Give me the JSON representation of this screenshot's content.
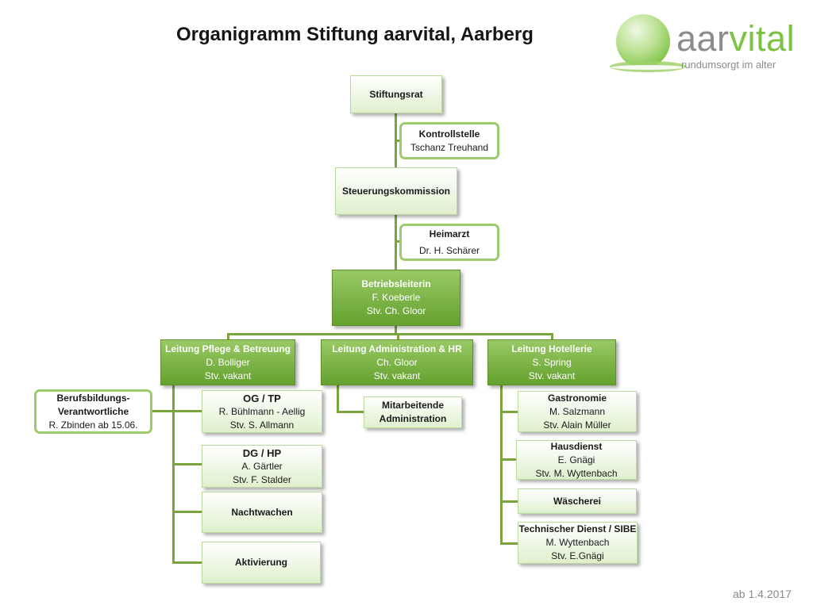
{
  "title": "Organigramm Stiftung aarvital, Aarberg",
  "logo": {
    "word_a": "aar",
    "word_b": "vital",
    "tagline": "rundumsorgt im alter"
  },
  "footer": "ab 1.4.2017",
  "colors": {
    "dark_green": "#64a12e",
    "light_green": "#dff0cd",
    "connector": "#7aa43c",
    "logo_green": "#7cc243",
    "logo_grey": "#8c8c8c"
  },
  "nodes": {
    "stiftungsrat": {
      "title": "Stiftungsrat"
    },
    "kontrollstelle": {
      "title": "Kontrollstelle",
      "line1": "Tschanz Treuhand"
    },
    "steuerung": {
      "title": "Steuerungskommission"
    },
    "heimarzt": {
      "title": "Heimarzt",
      "line1": "Dr. H. Schärer"
    },
    "betrieb": {
      "title": "Betriebsleiterin",
      "line1": "F. Koeberle",
      "line2": "Stv. Ch. Gloor"
    },
    "pflege": {
      "title": "Leitung Pflege & Betreuung",
      "line1": "D. Bolliger",
      "line2": "Stv. vakant"
    },
    "admin": {
      "title": "Leitung Administration & HR",
      "line1": "Ch. Gloor",
      "line2": "Stv. vakant"
    },
    "hotel": {
      "title": "Leitung Hotellerie",
      "line1": "S. Spring",
      "line2": "Stv. vakant"
    },
    "berufsbildung": {
      "title1": "Berufsbildungs-",
      "title2": "Verantwortliche",
      "line1": "R. Zbinden ab 15.06."
    },
    "og": {
      "title": "OG / TP",
      "line1": "R. Bühlmann - Aellig",
      "line2": "Stv. S. Allmann"
    },
    "dg": {
      "title": "DG / HP",
      "line1": "A. Gärtler",
      "line2": "Stv. F. Stalder"
    },
    "nacht": {
      "title": "Nachtwachen"
    },
    "aktiv": {
      "title": "Aktivierung"
    },
    "mitarbeitende": {
      "title1": "Mitarbeitende",
      "title2": "Administration"
    },
    "gastro": {
      "title": "Gastronomie",
      "line1": "M. Salzmann",
      "line2": "Stv. Alain Müller"
    },
    "haus": {
      "title": "Hausdienst",
      "line1": "E. Gnägi",
      "line2": "Stv. M. Wyttenbach"
    },
    "wasch": {
      "title": "Wäscherei"
    },
    "technik": {
      "title": "Technischer Dienst / SIBE",
      "line1": "M. Wyttenbach",
      "line2": "Stv. E.Gnägi"
    }
  }
}
